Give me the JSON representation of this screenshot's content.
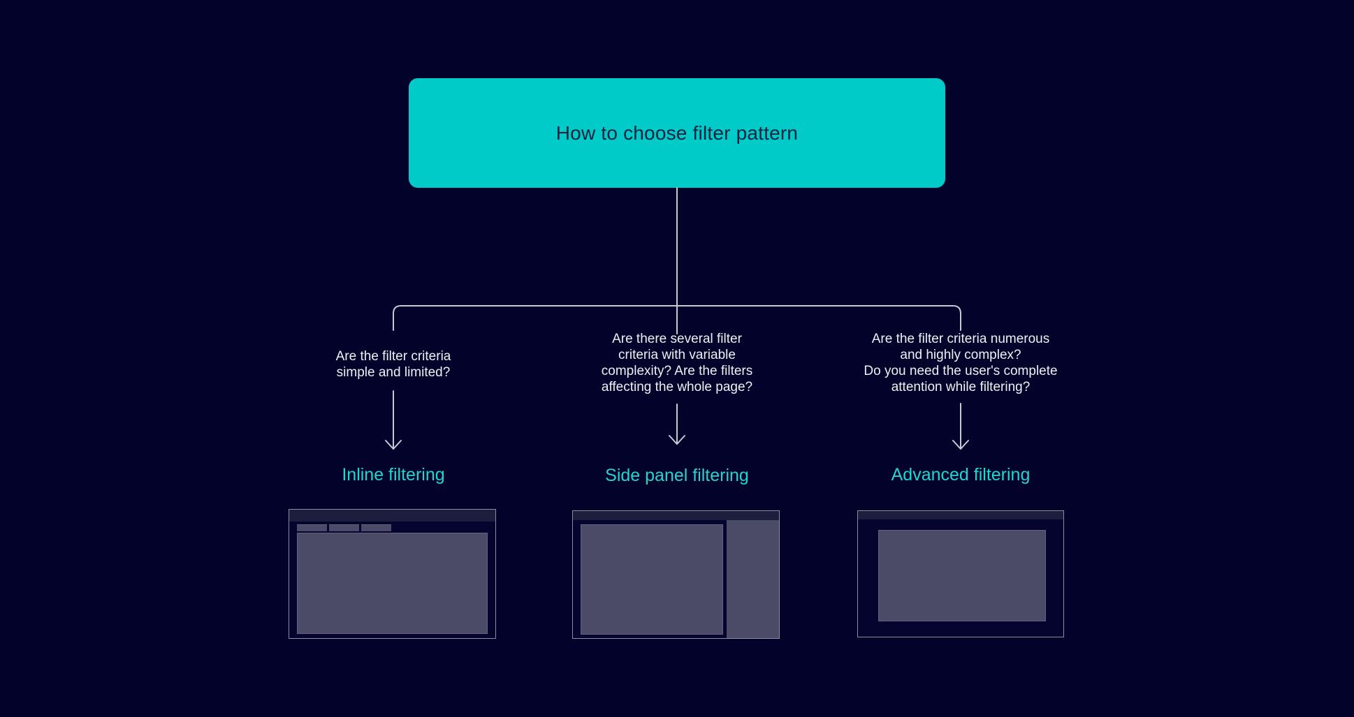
{
  "title": "How to choose filter pattern",
  "branches": [
    {
      "question": "Are the filter criteria\nsimple and limited?",
      "label": "Inline filtering"
    },
    {
      "question": "Are there several filter\ncriteria with variable\ncomplexity? Are the filters\naffecting the whole page?",
      "label": "Side panel filtering"
    },
    {
      "question": "Are the filter criteria numerous\nand highly complex?\nDo you need the user's complete\nattention while filtering?",
      "label": "Advanced filtering"
    }
  ],
  "icons": [
    "arrow-down-icon",
    "branch-connector"
  ],
  "colors": {
    "background": "#02022a",
    "title-box": "#00cbc9",
    "title-text": "#16223e",
    "connector": "#c6cad4",
    "question-text": "#eef0f5",
    "label-teal": "#24d4cf",
    "frame-border": "#8a8da0",
    "frame-header": "#1d1d3d",
    "block-fill": "#4b4b67",
    "block-border": "#62627e"
  }
}
